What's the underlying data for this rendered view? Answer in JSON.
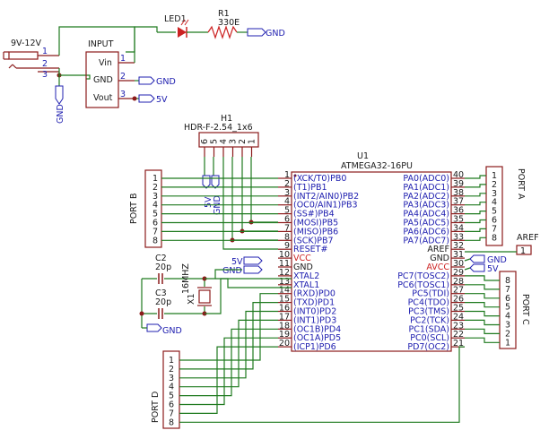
{
  "power_jack": {
    "label": "9V-12V",
    "pins": [
      "1",
      "2",
      "3"
    ],
    "gnd": "GND"
  },
  "regulator": {
    "title": "INPUT",
    "pins": [
      "Vin",
      "GND",
      "Vout"
    ],
    "pin_numbers": [
      "1",
      "2",
      "3"
    ],
    "gnd": "GND",
    "out": "5V"
  },
  "led": {
    "ref": "LED1",
    "r_ref": "R1",
    "r_value": "330E",
    "gnd": "GND"
  },
  "header": {
    "ref": "H1",
    "value": "HDR-F-2.54_1x6",
    "pins": [
      "6",
      "5",
      "4",
      "3",
      "2",
      "1"
    ],
    "v5": "5V",
    "gnd": "GND"
  },
  "mcu": {
    "ref": "U1",
    "value": "ATMEGA32-16PU",
    "left_pins": [
      {
        "num": "1",
        "name": "(XCK/T0)PB0"
      },
      {
        "num": "2",
        "name": "(T1)PB1"
      },
      {
        "num": "3",
        "name": "(INT2/AIN0)PB2"
      },
      {
        "num": "4",
        "name": "(OC0/AIN1)PB3"
      },
      {
        "num": "5",
        "name": "(SS#)PB4"
      },
      {
        "num": "6",
        "name": "(MOSI)PB5"
      },
      {
        "num": "7",
        "name": "(MISO)PB6"
      },
      {
        "num": "8",
        "name": "(SCK)PB7"
      },
      {
        "num": "9",
        "name": "RESET#"
      },
      {
        "num": "10",
        "name": "VCC"
      },
      {
        "num": "11",
        "name": "GND"
      },
      {
        "num": "12",
        "name": "XTAL2"
      },
      {
        "num": "13",
        "name": "XTAL1"
      },
      {
        "num": "14",
        "name": "(RXD)PD0"
      },
      {
        "num": "15",
        "name": "(TXD)PD1"
      },
      {
        "num": "16",
        "name": "(INT0)PD2"
      },
      {
        "num": "17",
        "name": "(INT1)PD3"
      },
      {
        "num": "18",
        "name": "(OC1B)PD4"
      },
      {
        "num": "19",
        "name": "(OC1A)PD5"
      },
      {
        "num": "20",
        "name": "(ICP1)PD6"
      }
    ],
    "right_pins": [
      {
        "num": "40",
        "name": "PA0(ADC0)"
      },
      {
        "num": "39",
        "name": "PA1(ADC1)"
      },
      {
        "num": "38",
        "name": "PA2(ADC2)"
      },
      {
        "num": "37",
        "name": "PA3(ADC3)"
      },
      {
        "num": "36",
        "name": "PA4(ADC4)"
      },
      {
        "num": "35",
        "name": "PA5(ADC5)"
      },
      {
        "num": "34",
        "name": "PA6(ADC6)"
      },
      {
        "num": "33",
        "name": "PA7(ADC7)"
      },
      {
        "num": "32",
        "name": "AREF"
      },
      {
        "num": "31",
        "name": "GND"
      },
      {
        "num": "30",
        "name": "AVCC"
      },
      {
        "num": "29",
        "name": "PC7(TOSC2)"
      },
      {
        "num": "28",
        "name": "PC6(TOSC1)"
      },
      {
        "num": "27",
        "name": "PC5(TDI)"
      },
      {
        "num": "26",
        "name": "PC4(TDO)"
      },
      {
        "num": "25",
        "name": "PC3(TMS)"
      },
      {
        "num": "24",
        "name": "PC2(TCK)"
      },
      {
        "num": "23",
        "name": "PC1(SDA)"
      },
      {
        "num": "22",
        "name": "PC0(SCL)"
      },
      {
        "num": "21",
        "name": "PD7(OC2)"
      }
    ]
  },
  "port_b": {
    "label": "PORT B",
    "pins": [
      "1",
      "2",
      "3",
      "4",
      "5",
      "6",
      "7",
      "8"
    ]
  },
  "port_a": {
    "label": "PORT A",
    "pins": [
      "1",
      "2",
      "3",
      "4",
      "5",
      "6",
      "7",
      "8"
    ]
  },
  "port_c": {
    "label": "PORT C",
    "pins": [
      "8",
      "7",
      "6",
      "5",
      "4",
      "3",
      "2",
      "1"
    ]
  },
  "port_d": {
    "label": "PORT D",
    "pins": [
      "1",
      "2",
      "3",
      "4",
      "5",
      "6",
      "7",
      "8"
    ]
  },
  "aref": {
    "label": "AREF",
    "pin": "1"
  },
  "power_tags": {
    "v5": "5V",
    "gnd": "GND"
  },
  "crystal": {
    "c2": "C2",
    "c2_val": "20p",
    "c3": "C3",
    "c3_val": "20p",
    "x1": "X1",
    "x1_val": "16MHZ",
    "gnd": "GND"
  },
  "colors": {
    "wire": "#1f7a1f",
    "body": "#8b1a1a",
    "pin_name": "#2020b0",
    "power_pin": "#cc2222"
  }
}
